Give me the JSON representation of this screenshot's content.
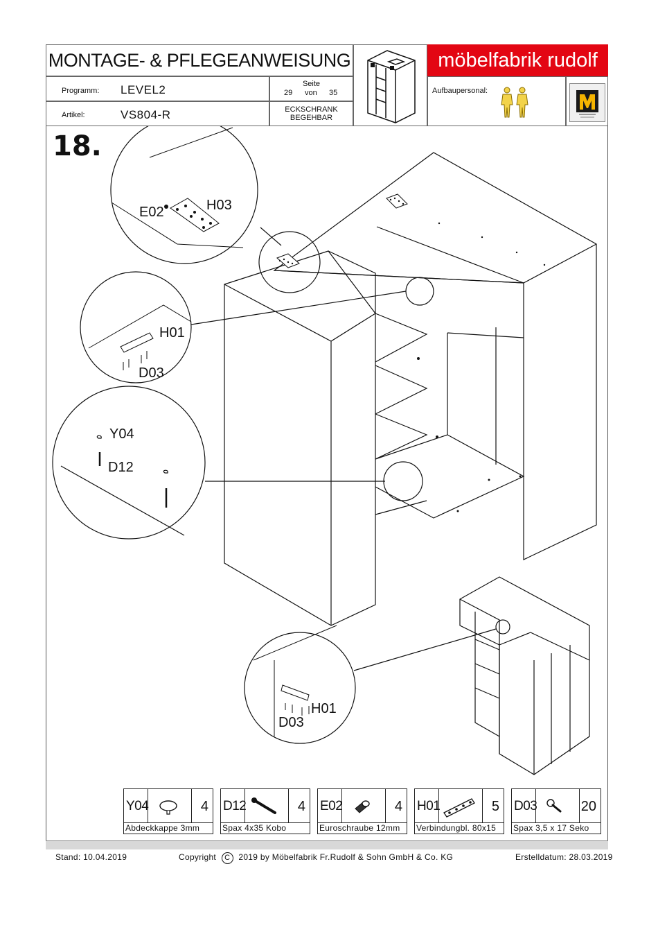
{
  "header": {
    "title": "MONTAGE- & PFLEGEANWEISUNG",
    "programm_label": "Programm:",
    "programm_value": "LEVEL2",
    "artikel_label": "Artikel:",
    "artikel_value": "VS804-R",
    "seite_label": "Seite",
    "page_current": "29",
    "page_of": "von",
    "page_total": "35",
    "product_line1": "ECKSCHRANK",
    "product_line2": "BEGEHBAR",
    "brand": "möbelfabrik rudolf",
    "personnel_label": "Aufbaupersonal:",
    "personnel_count": 2
  },
  "step": {
    "number": "18."
  },
  "callouts": {
    "c1_a": "E02",
    "c1_b": "H03",
    "c2_a": "H01",
    "c2_b": "D03",
    "c3_a": "Y04",
    "c3_b": "D12",
    "c4_a": "H01",
    "c4_b": "D03"
  },
  "parts": [
    {
      "code": "Y04",
      "qty": "4",
      "name": "Abdeckkappe 3mm",
      "icon": "cap-icon"
    },
    {
      "code": "D12",
      "qty": "4",
      "name": "Spax  4x35  Kobo",
      "icon": "screw-icon"
    },
    {
      "code": "E02",
      "qty": "4",
      "name": "Euroschraube 12mm",
      "icon": "euro-screw-icon"
    },
    {
      "code": "H01",
      "qty": "5",
      "name": "Verbindungbl. 80x15",
      "icon": "connector-plate-icon"
    },
    {
      "code": "D03",
      "qty": "20",
      "name": "Spax  3,5 x 17  Seko",
      "icon": "small-screw-icon"
    }
  ],
  "footer": {
    "stand": "Stand:    10.04.2019",
    "copyright_prefix": "Copyright",
    "copyright_symbol": "C",
    "copyright_text": "2019  by Möbelfabrik Fr.Rudolf & Sohn GmbH & Co. KG",
    "erstelldatum": "Erstelldatum: 28.03.2019"
  },
  "colors": {
    "brand_red": "#e30613",
    "personnel_yellow": "#e8c000"
  }
}
